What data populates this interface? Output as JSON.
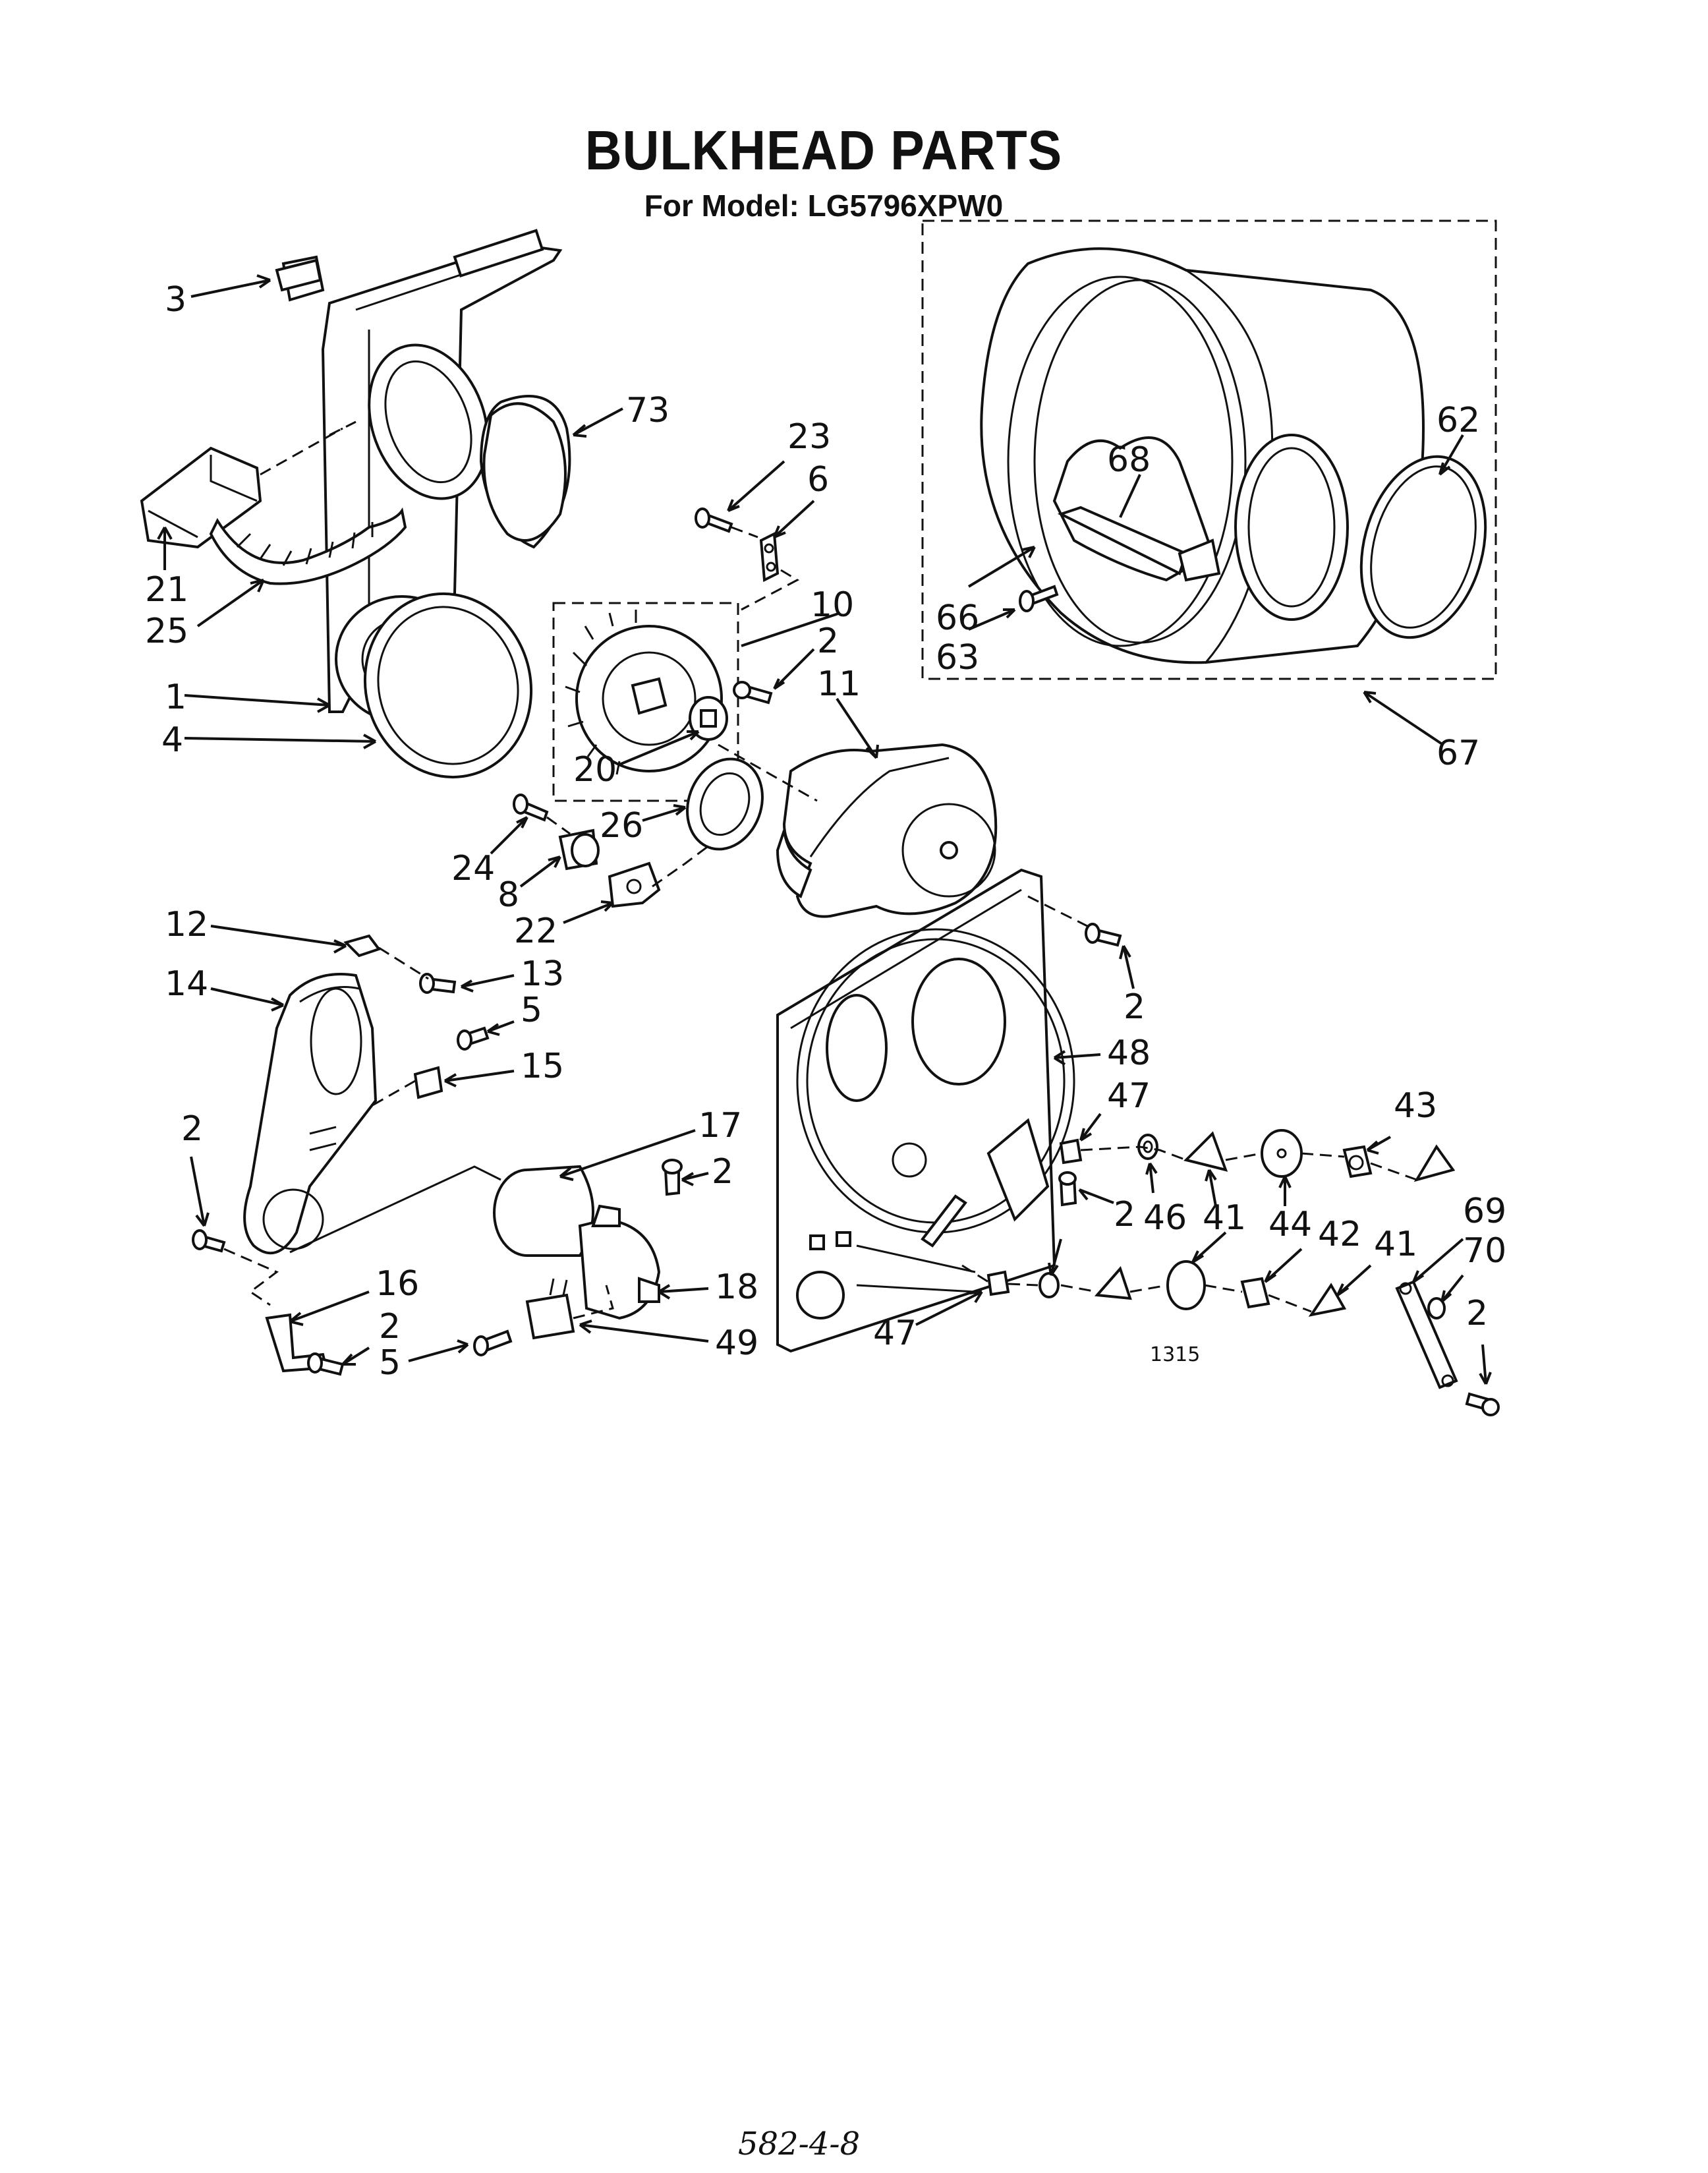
{
  "title": "BULKHEAD PARTS",
  "subtitle": "For Model: LG5796XPW0",
  "diagram_number": "1315",
  "page_note": "582-4-8",
  "callouts": {
    "c3": "3",
    "c73": "73",
    "c21": "21",
    "c25": "25",
    "c1": "1",
    "c4": "4",
    "c23": "23",
    "c6": "6",
    "c10": "10",
    "c2a": "2",
    "c11": "11",
    "c20": "20",
    "c26": "26",
    "c24": "24",
    "c8": "8",
    "c22": "22",
    "c62": "62",
    "c68": "68",
    "c66": "66",
    "c63": "63",
    "c67": "67",
    "c12": "12",
    "c14": "14",
    "c13": "13",
    "c5a": "5",
    "c15": "15",
    "c2b": "2",
    "c17": "17",
    "c2c": "2",
    "c16": "16",
    "c18": "18",
    "c2d": "2",
    "c5b": "5",
    "c49": "49",
    "c2e": "2",
    "c48": "48",
    "c47a": "47",
    "c43": "43",
    "c2f": "2",
    "c46": "46",
    "c41a": "41",
    "c44": "44",
    "c42": "42",
    "c41b": "41",
    "c69": "69",
    "c70": "70",
    "c2g": "2",
    "c47b": "47"
  }
}
